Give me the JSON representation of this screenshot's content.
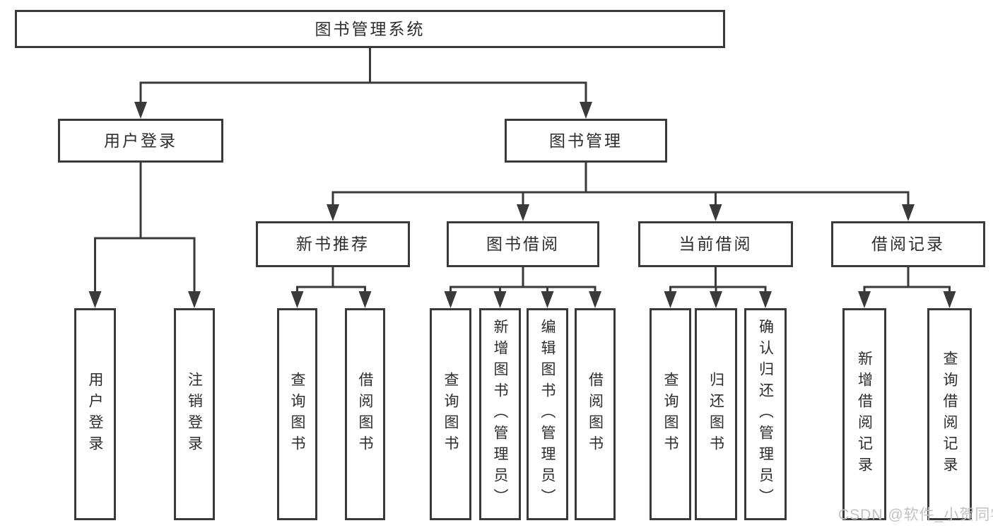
{
  "tree": {
    "id": "library-system",
    "label": "图书管理系统",
    "children": [
      {
        "id": "user-login",
        "label": "用户登录",
        "children": [
          {
            "id": "user-login-op",
            "label": "用户登录",
            "vertical": true
          },
          {
            "id": "logout-op",
            "label": "注销登录",
            "vertical": true
          }
        ]
      },
      {
        "id": "book-management",
        "label": "图书管理",
        "children": [
          {
            "id": "new-book-recommend",
            "label": "新书推荐",
            "children": [
              {
                "id": "query-books-recommend",
                "label": "查询图书",
                "vertical": true
              },
              {
                "id": "borrow-books-recommend",
                "label": "借阅图书",
                "vertical": true
              }
            ]
          },
          {
            "id": "book-borrowing",
            "label": "图书借阅",
            "children": [
              {
                "id": "query-books-borrow",
                "label": "查询图书",
                "vertical": true
              },
              {
                "id": "add-books-admin",
                "label": "新增图书（管理员）",
                "vertical": true
              },
              {
                "id": "edit-books-admin",
                "label": "编辑图书（管理员）",
                "vertical": true
              },
              {
                "id": "borrow-books-borrow",
                "label": "借阅图书",
                "vertical": true
              }
            ]
          },
          {
            "id": "current-borrowing",
            "label": "当前借阅",
            "children": [
              {
                "id": "query-books-current",
                "label": "查询图书",
                "vertical": true
              },
              {
                "id": "return-books",
                "label": "归还图书",
                "vertical": true
              },
              {
                "id": "confirm-return-admin",
                "label": "确认归还（管理员）",
                "vertical": true
              }
            ]
          },
          {
            "id": "borrowing-records",
            "label": "借阅记录",
            "children": [
              {
                "id": "add-borrow-record",
                "label": "新增借阅记录",
                "vertical": true
              },
              {
                "id": "query-borrow-record",
                "label": "查询借阅记录",
                "vertical": true
              }
            ]
          }
        ]
      }
    ]
  },
  "watermark": "CSDN @软件_小贺同学",
  "colors": {
    "line": "#3a3a3a",
    "box_fill": "#ffffff",
    "text": "#2d2d2d",
    "watermark": "#c5c0c5",
    "background": "#ffffff"
  }
}
